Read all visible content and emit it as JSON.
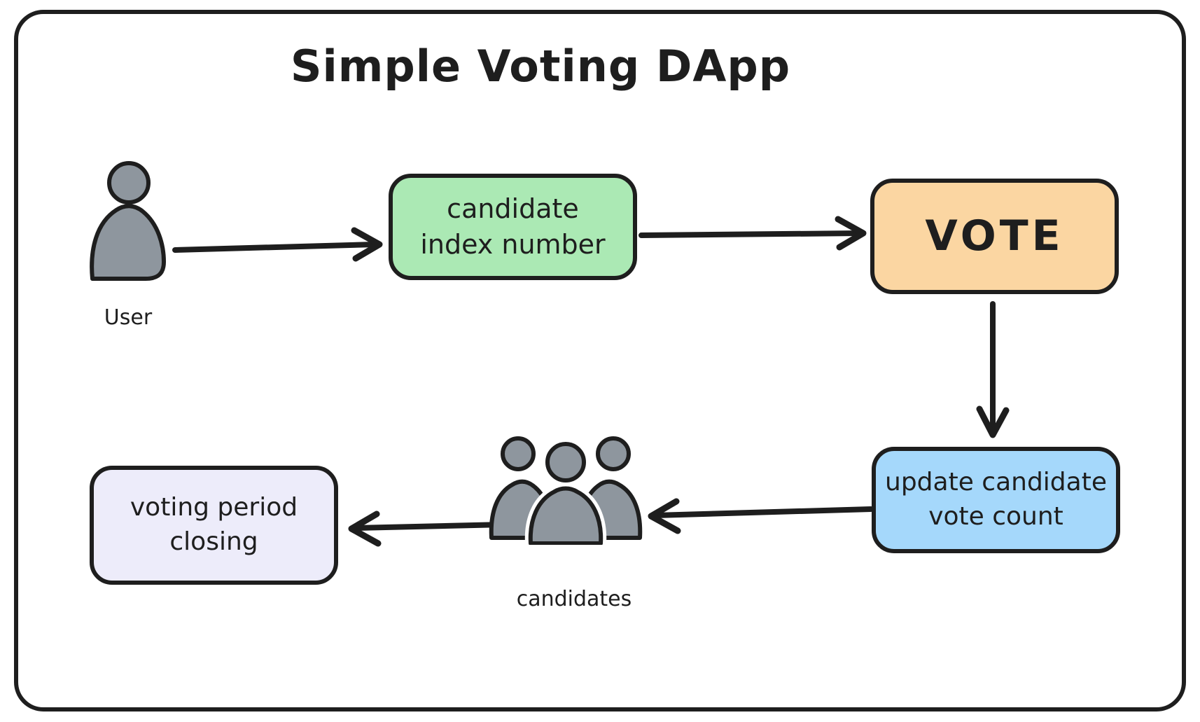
{
  "title": "Simple Voting DApp",
  "colors": {
    "canvas_bg": "#ffffff",
    "stroke": "#1e1e1e",
    "text": "#1e1e1e",
    "green_box_bg": "#abe9b4",
    "orange_box_bg": "#fbd6a2",
    "blue_box_bg": "#a5d8fb",
    "lavender_box_bg": "#edecfa",
    "figure_gray": "#8e969e"
  },
  "nodes": {
    "user": {
      "label": "User"
    },
    "candidate_index": {
      "lines": [
        "candidate",
        "index number"
      ]
    },
    "vote": {
      "label": "VOTE"
    },
    "update_count": {
      "lines": [
        "update candidate",
        "vote count"
      ]
    },
    "candidates": {
      "label": "candidates"
    },
    "voting_period": {
      "lines": [
        "voting period",
        "closing"
      ]
    }
  },
  "edges": [
    {
      "from": "user",
      "to": "candidate_index"
    },
    {
      "from": "candidate_index",
      "to": "vote"
    },
    {
      "from": "vote",
      "to": "update_count"
    },
    {
      "from": "update_count",
      "to": "candidates"
    },
    {
      "from": "candidates",
      "to": "voting_period"
    }
  ]
}
